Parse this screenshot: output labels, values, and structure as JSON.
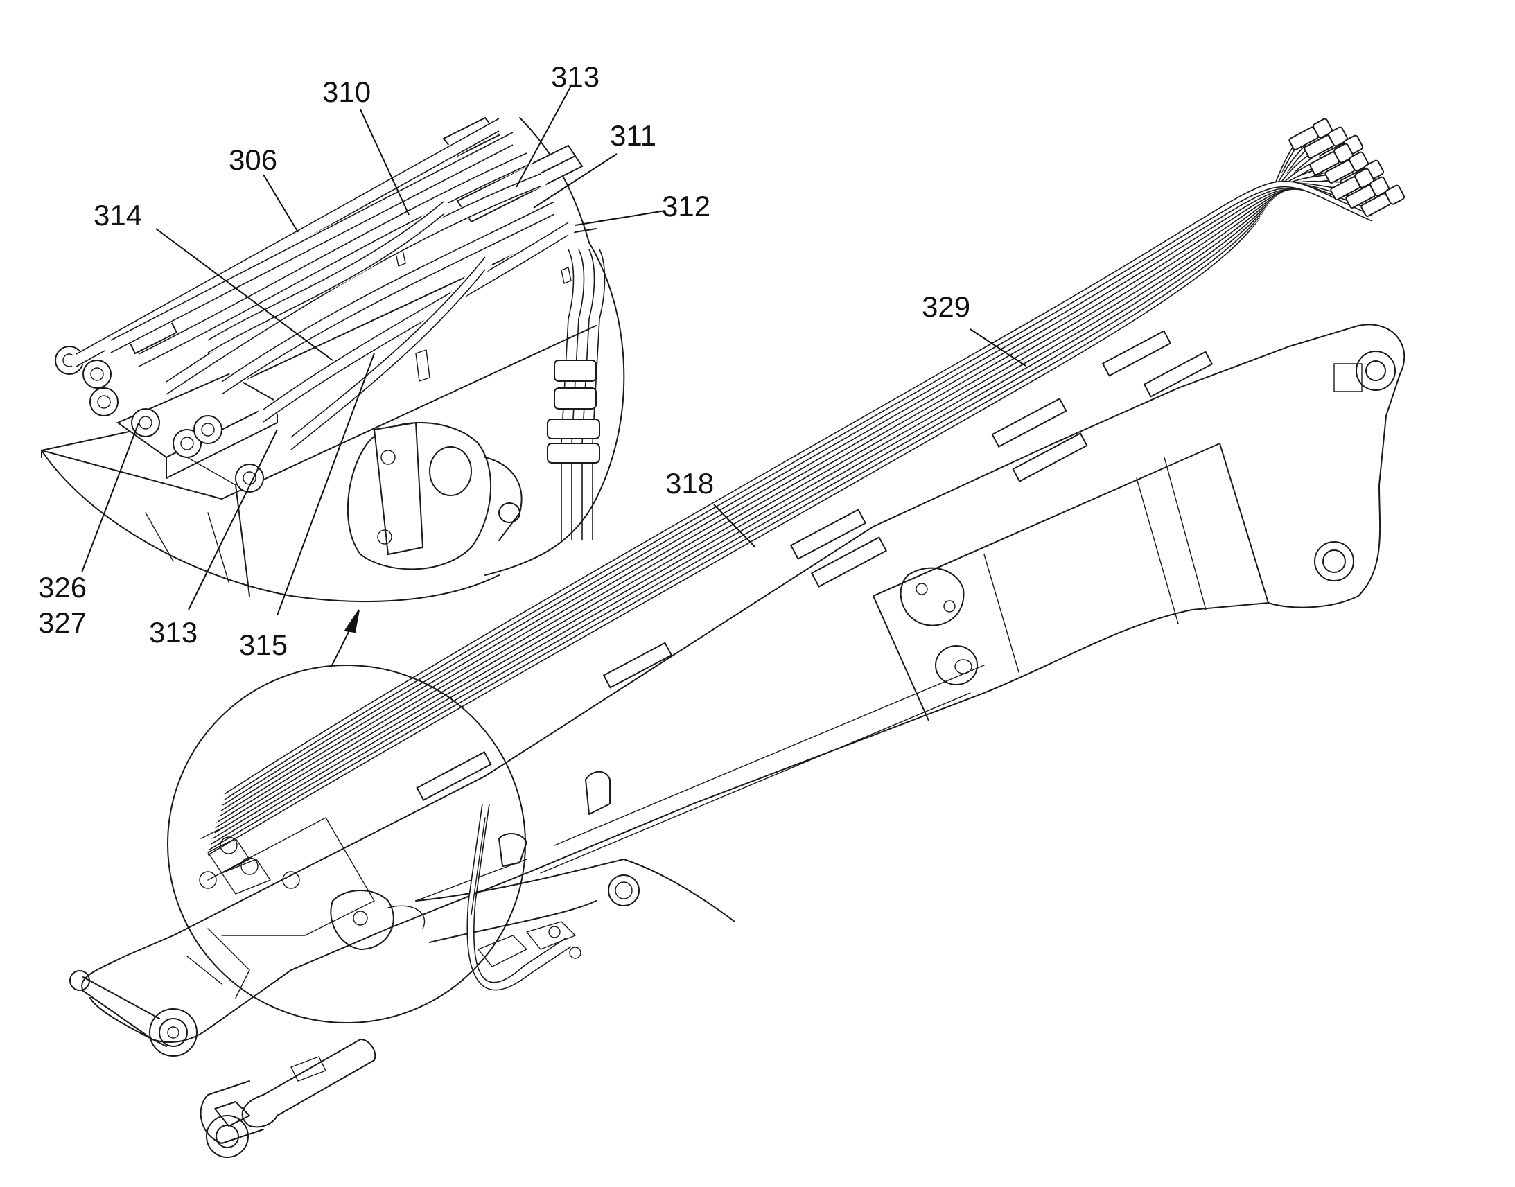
{
  "labels": {
    "l310": "310",
    "l313a": "313",
    "l311": "311",
    "l306": "306",
    "l312": "312",
    "l314": "314",
    "l329": "329",
    "l318": "318",
    "l326": "326",
    "l327": "327",
    "l313b": "313",
    "l315": "315"
  }
}
